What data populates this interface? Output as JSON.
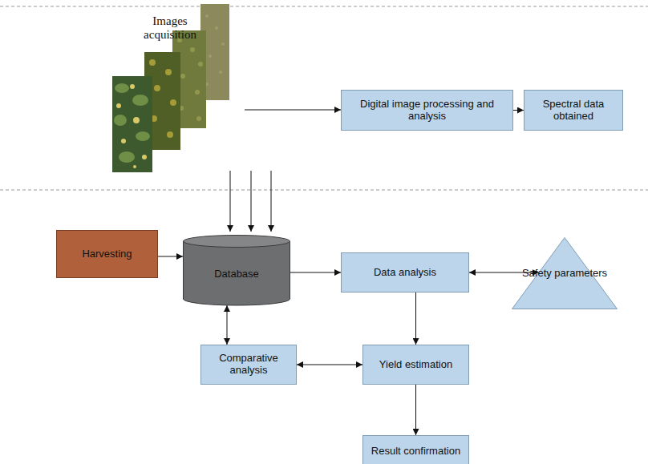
{
  "diagram": {
    "nodes": [
      {
        "text": [
          "Digital image processing and analysis"
        ]
      },
      {
        "text": [
          "Spectral data obtained"
        ]
      },
      {
        "text": [
          "Harvesting"
        ]
      },
      {
        "text": [
          "Database"
        ]
      },
      {
        "text": [
          "Data analysis"
        ]
      },
      {
        "text": [
          "Safety parameters"
        ]
      },
      {
        "text": [
          "Comparative analysis"
        ]
      },
      {
        "text": [
          "Yield estimation"
        ]
      },
      {
        "text": [
          "Result confirmation"
        ]
      }
    ],
    "edges": [
      {
        "from": 0,
        "to": 1,
        "arrow": "to"
      },
      {
        "from": 2,
        "to": 3,
        "arrow": "to"
      },
      {
        "from": 3,
        "to": 4,
        "arrow": "to"
      },
      {
        "from": 4,
        "to": 5,
        "arrow": "both"
      },
      {
        "from": 4,
        "to": 7,
        "arrow": "to"
      },
      {
        "from": 3,
        "to": 6,
        "arrow": "both"
      },
      {
        "from": 6,
        "to": 7,
        "arrow": "both"
      },
      {
        "from": 7,
        "to": 8,
        "arrow": "to"
      }
    ],
    "labels": [
      "Images acquisition"
    ]
  }
}
